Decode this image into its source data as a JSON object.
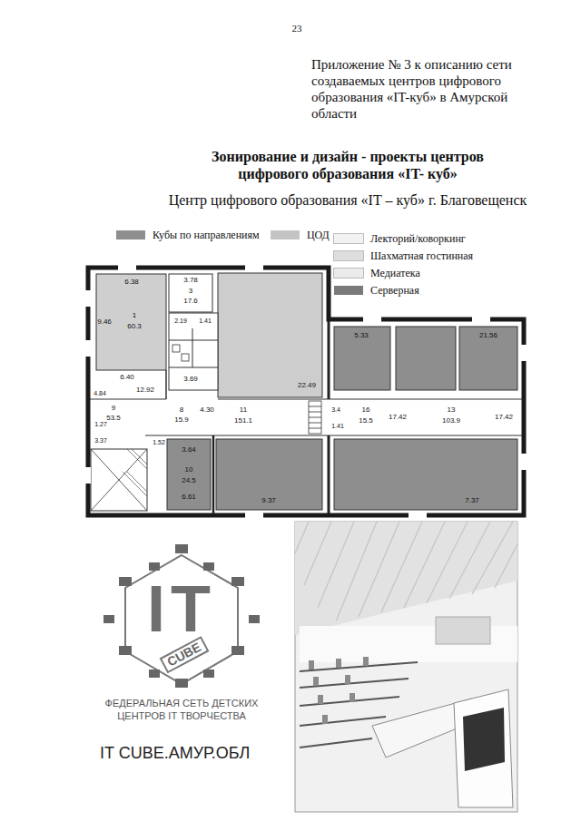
{
  "diagram": {
    "title": "Зонирование и дизайн - проекты центров цифрового образования «IT- куб»",
    "labels": [
      "23",
      "Приложение № 3 к описанию сети создаваемых центров цифрового образования «IT-куб» в Амурской области",
      "Центр цифрового образования «IT – куб» г. Благовещенск",
      "6.38",
      "9.46",
      "1",
      "60.3",
      "3.78",
      "3",
      "17.6",
      "2.19",
      "1.41",
      "6.40",
      "12.92",
      "3.69",
      "4.30",
      "9",
      "53.5",
      "8",
      "15.9",
      "4.84",
      "1.27",
      "3.37",
      "1.52",
      "11",
      "151.1",
      "22.49",
      "3.4",
      "1.41",
      "16",
      "15.5",
      "17.42",
      "13",
      "103.9",
      "17.42",
      "5.33",
      "21.56",
      "3.64",
      "10",
      "24.5",
      "6.61",
      "9.37",
      "7.37",
      "IT",
      "CUBE",
      "ФЕДЕРАЛЬНАЯ СЕТЬ ДЕТСКИХ ЦЕНТРОВ IT ТВОРЧЕСТВА",
      "IT CUBE.АМУР.ОБЛ"
    ],
    "legend": [
      {
        "text": "Кубы по направлениям",
        "color": "#8e8e8e"
      },
      {
        "text": "ЦОД",
        "color": "#c4c4c4"
      },
      {
        "text": "Лекторий/коворкинг",
        "color": "#f2f2f2"
      },
      {
        "text": "Шахматная гостинная",
        "color": "#dedede"
      },
      {
        "text": "Медиатека",
        "color": "#ebebeb"
      },
      {
        "text": "Серверная",
        "color": "#7a7a7a"
      }
    ]
  }
}
